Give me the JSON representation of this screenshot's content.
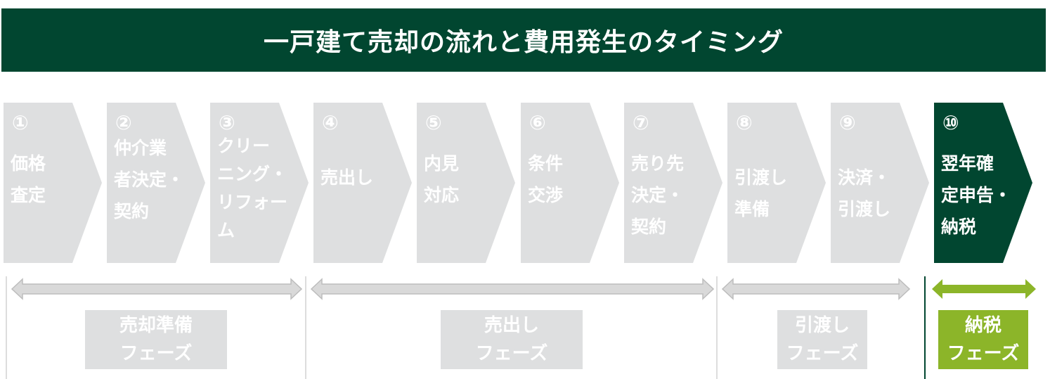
{
  "title": "一戸建て売却の流れと費用発生のタイミング",
  "colors": {
    "dark_green": "#014630",
    "light_green": "#8cb529",
    "step_gray": "#dedfe0",
    "arrow_gray": "#d9d9d9",
    "arrow_gray_edge": "#bdbdbd"
  },
  "steps": [
    {
      "num": "①",
      "label": "価格\n査定"
    },
    {
      "num": "②",
      "label": "仲介業\n者決定・\n契約"
    },
    {
      "num": "③",
      "label": "クリー\nニング・\nリフォー\nム"
    },
    {
      "num": "④",
      "label": "売出し"
    },
    {
      "num": "⑤",
      "label": "内見\n対応"
    },
    {
      "num": "⑥",
      "label": "条件\n交渉"
    },
    {
      "num": "⑦",
      "label": "売り先\n決定・\n契約"
    },
    {
      "num": "⑧",
      "label": "引渡し\n準備"
    },
    {
      "num": "⑨",
      "label": "決済・\n引渡し"
    },
    {
      "num": "⑩",
      "label": "翌年確\n定申告・\n納税"
    }
  ],
  "phases": [
    {
      "label": "売却準備\nフェーズ",
      "active": false
    },
    {
      "label": "売出し\nフェーズ",
      "active": false
    },
    {
      "label": "引渡し\nフェーズ",
      "active": false
    },
    {
      "label": "納税\nフェーズ",
      "active": true
    }
  ]
}
